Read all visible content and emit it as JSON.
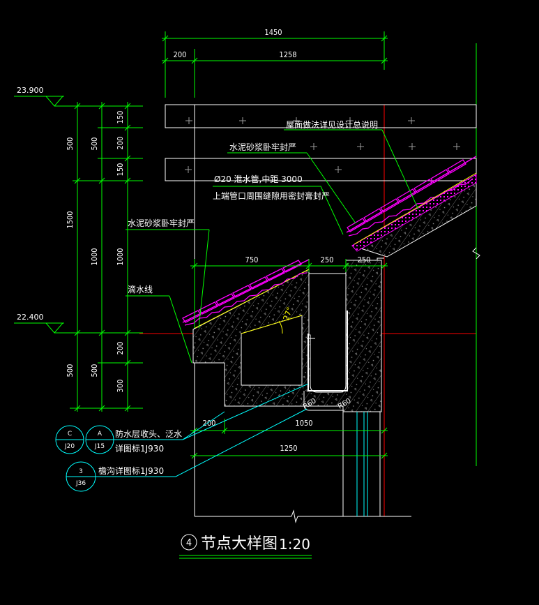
{
  "title": {
    "number": "4",
    "text": "节点大样图",
    "scale": "1:20"
  },
  "colors": {
    "background": "#000000",
    "dimension": "#00ff00",
    "outline": "#ffffff",
    "roof_tile": "#ff00ff",
    "leader": "#00ffff",
    "level_mark": "#00ff00",
    "axis": "#ff0000",
    "angle": "#ffff00",
    "gray": "#808080"
  },
  "top_dimensions": {
    "overall": "1450",
    "left": "200",
    "right": "1258"
  },
  "levels": {
    "upper": "23.900",
    "lower": "22.400"
  },
  "vertical_dimensions": {
    "outer": [
      "500",
      "1500",
      "500"
    ],
    "middle": [
      "500",
      "1000",
      "500"
    ],
    "inner": [
      "150",
      "200",
      "150",
      "1000",
      "200",
      "300"
    ]
  },
  "gutter_dimensions": {
    "a": "750",
    "b": "250",
    "c": "250"
  },
  "bottom_dimensions": {
    "a": "200",
    "b": "1050",
    "overall": "1250"
  },
  "angle": "27°",
  "radii": {
    "r1": "R60",
    "r2": "R60"
  },
  "notes": {
    "roof_practice": "屋面做法详见设计总说明",
    "mortar_top": "水泥砂浆卧牢封严",
    "pipe_spec": "Ø20  泄水管,中距    3000",
    "pipe_seal": "上端管口周围缝隙用密封膏封严",
    "mortar_left": "水泥砂浆卧牢封严",
    "drip_line": "滴水线",
    "waterproof": "防水层收头、泛水",
    "waterproof_ref": "详图标1J930",
    "gutter_ref": "檐沟详图标1J930"
  },
  "callouts": [
    {
      "top": "C",
      "bottom": "J20"
    },
    {
      "top": "A",
      "bottom": "J15"
    },
    {
      "top": "3",
      "bottom": "J36"
    }
  ]
}
